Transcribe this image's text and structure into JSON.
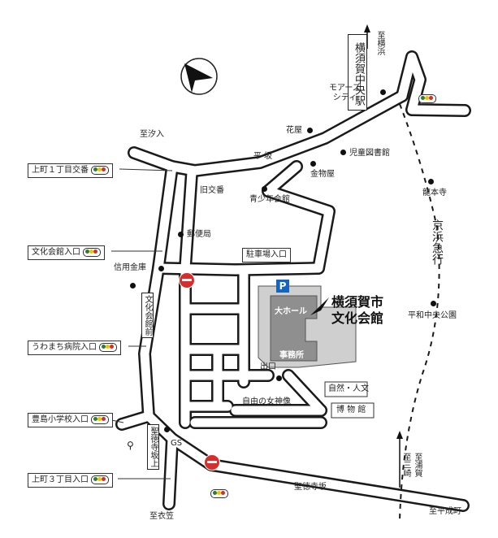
{
  "colors": {
    "road": "#ffffff",
    "road_edge": "#1a1a1a",
    "building_main": "#8f8f8f",
    "building_light": "#cfcfcf",
    "parking_blue": "#1565c0",
    "stop_red": "#d62d2d"
  },
  "icons": [
    "north-arrow-icon",
    "traffic-signal-icon",
    "no-entry-icon",
    "parking-icon",
    "bus-stop-icon"
  ],
  "labels": {
    "station": "横須賀中央駅",
    "to_yokohama": "至横浜",
    "more_city": "モアーズ\nシティ",
    "hanaya": "花屋",
    "jido_tosho": "児童図書館",
    "to_shioiri": "至汐入",
    "hirasaka": "平 坂",
    "kanamonoya": "金物屋",
    "ryumotoji": "龍本寺",
    "kyu_koban": "旧交番",
    "seishonen": "青少年会館",
    "keikyu": "京浜急行",
    "yubinkyoku": "郵便局",
    "parking_entrance": "駐車場入口",
    "shinyo_kinko": "信用金庫",
    "bunka_kaikan_mae": "文化会館前",
    "parking_p": "P",
    "venue_line1": "横須賀市",
    "venue_line2": "文化会館",
    "daihall": "大ホール",
    "jimusho": "事務所",
    "heiwa_park": "平和中央公園",
    "deguchi": "出口",
    "jiyu_megami": "自由の女神像",
    "shizen_jinbun": "自然・人文",
    "hakubutsukan": "博 物 館",
    "shotokuji_sakaue": "聖徳寺坂上",
    "gs": "GS",
    "shotokuji_saka": "聖徳寺坂",
    "to_uraga": "至浦賀",
    "to_misaki": "至三崎",
    "to_koromogasa": "至衣笠",
    "to_heisei": "至平成町"
  },
  "callouts": [
    {
      "text": "上町１丁目交番"
    },
    {
      "text": "文化会館入口"
    },
    {
      "text": "うわまち病院入口"
    },
    {
      "text": "豊島小学校入口"
    },
    {
      "text": "上町３丁目入口"
    }
  ]
}
